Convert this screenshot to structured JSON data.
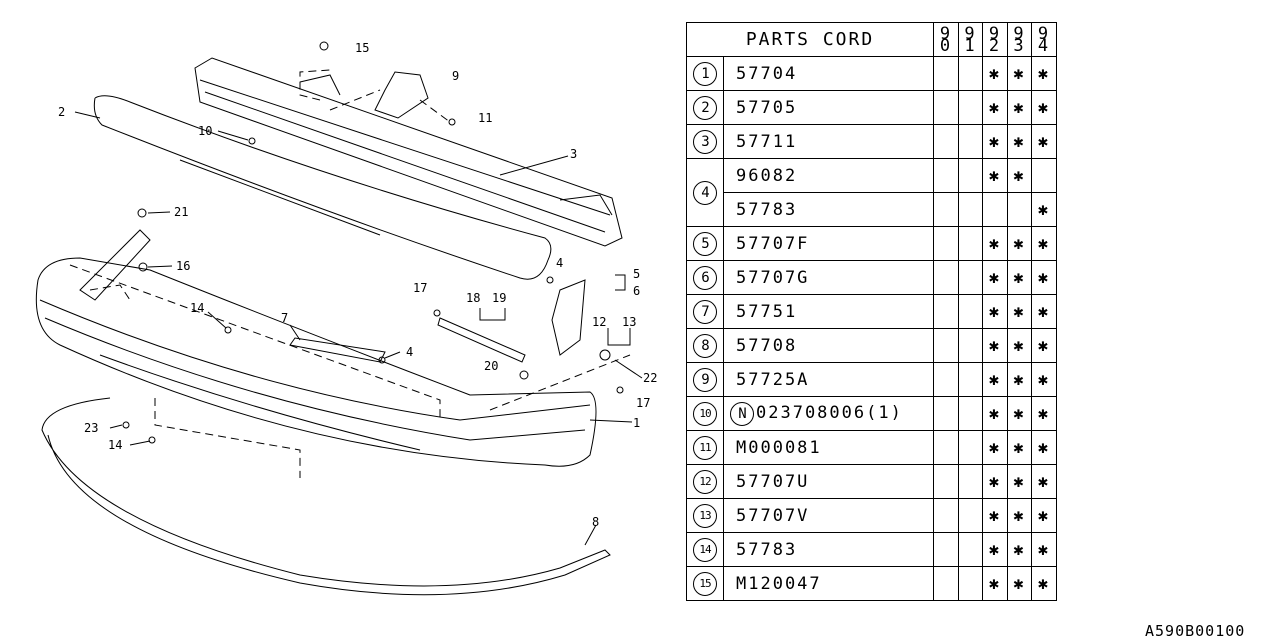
{
  "table": {
    "header": "PARTS CORD",
    "years": [
      "9\n0",
      "9\n1",
      "9\n2",
      "9\n3",
      "9\n4"
    ],
    "rows": [
      {
        "num": "1",
        "code": "57704",
        "marks": [
          "",
          "",
          "✱",
          "✱",
          "✱"
        ]
      },
      {
        "num": "2",
        "code": "57705",
        "marks": [
          "",
          "",
          "✱",
          "✱",
          "✱"
        ]
      },
      {
        "num": "3",
        "code": "57711",
        "marks": [
          "",
          "",
          "✱",
          "✱",
          "✱"
        ]
      },
      {
        "num": "4",
        "code": "96082",
        "marks": [
          "",
          "",
          "✱",
          "✱",
          ""
        ]
      },
      {
        "num": "",
        "code": "57783",
        "marks": [
          "",
          "",
          "",
          "",
          "✱"
        ]
      },
      {
        "num": "5",
        "code": "57707F",
        "marks": [
          "",
          "",
          "✱",
          "✱",
          "✱"
        ]
      },
      {
        "num": "6",
        "code": "57707G",
        "marks": [
          "",
          "",
          "✱",
          "✱",
          "✱"
        ]
      },
      {
        "num": "7",
        "code": "57751",
        "marks": [
          "",
          "",
          "✱",
          "✱",
          "✱"
        ]
      },
      {
        "num": "8",
        "code": "57708",
        "marks": [
          "",
          "",
          "✱",
          "✱",
          "✱"
        ]
      },
      {
        "num": "9",
        "code": "57725A",
        "marks": [
          "",
          "",
          "✱",
          "✱",
          "✱"
        ]
      },
      {
        "num": "10",
        "code_prefix": "N",
        "code": "023708006(1)",
        "marks": [
          "",
          "",
          "✱",
          "✱",
          "✱"
        ]
      },
      {
        "num": "11",
        "code": "M000081",
        "marks": [
          "",
          "",
          "✱",
          "✱",
          "✱"
        ]
      },
      {
        "num": "12",
        "code": "57707U",
        "marks": [
          "",
          "",
          "✱",
          "✱",
          "✱"
        ]
      },
      {
        "num": "13",
        "code": "57707V",
        "marks": [
          "",
          "",
          "✱",
          "✱",
          "✱"
        ]
      },
      {
        "num": "14",
        "code": "57783",
        "marks": [
          "",
          "",
          "✱",
          "✱",
          "✱"
        ]
      },
      {
        "num": "15",
        "code": "M120047",
        "marks": [
          "",
          "",
          "✱",
          "✱",
          "✱"
        ]
      }
    ]
  },
  "callouts": [
    "15",
    "9",
    "11",
    "2",
    "10",
    "3",
    "21",
    "16",
    "4",
    "5",
    "6",
    "17",
    "18",
    "19",
    "14",
    "7",
    "4",
    "12",
    "13",
    "20",
    "22",
    "17",
    "1",
    "23",
    "14",
    "8"
  ],
  "reference": "A590B00100"
}
